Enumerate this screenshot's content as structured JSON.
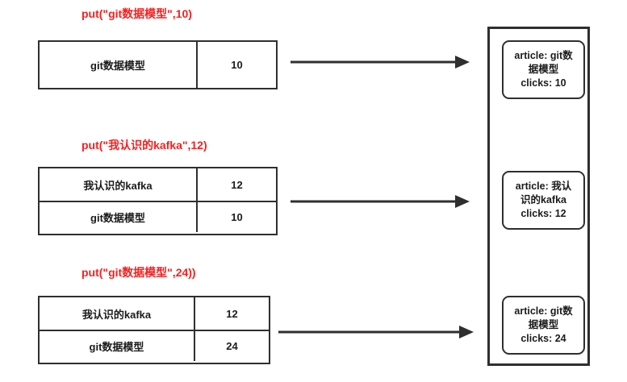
{
  "colors": {
    "caption_red": "#fc1d1d",
    "stroke_dark": "#2f2f2f",
    "text_dark": "#1b1b1b",
    "background": "#ffffff"
  },
  "steps": [
    {
      "caption": "put(\"git数据模型\",10)",
      "table": {
        "rows": [
          {
            "key": "git数据模型",
            "value": "10"
          }
        ]
      },
      "card": {
        "article_line": "article: git数",
        "article_line2": "据模型",
        "clicks_line": "clicks: 10"
      }
    },
    {
      "caption": "put(\"我认识的kafka\",12)",
      "table": {
        "rows": [
          {
            "key": "我认识的kafka",
            "value": "12"
          },
          {
            "key": "git数据模型",
            "value": "10"
          }
        ]
      },
      "card": {
        "article_line": "article: 我认",
        "article_line2": "识的kafka",
        "clicks_line": "clicks: 12"
      }
    },
    {
      "caption": "put(\"git数据模型\",24))",
      "table": {
        "rows": [
          {
            "key": "我认识的kafka",
            "value": "12"
          },
          {
            "key": "git数据模型",
            "value": "24"
          }
        ]
      },
      "card": {
        "article_line": "article: git数",
        "article_line2": "据模型",
        "clicks_line": "clicks: 24"
      }
    }
  ]
}
